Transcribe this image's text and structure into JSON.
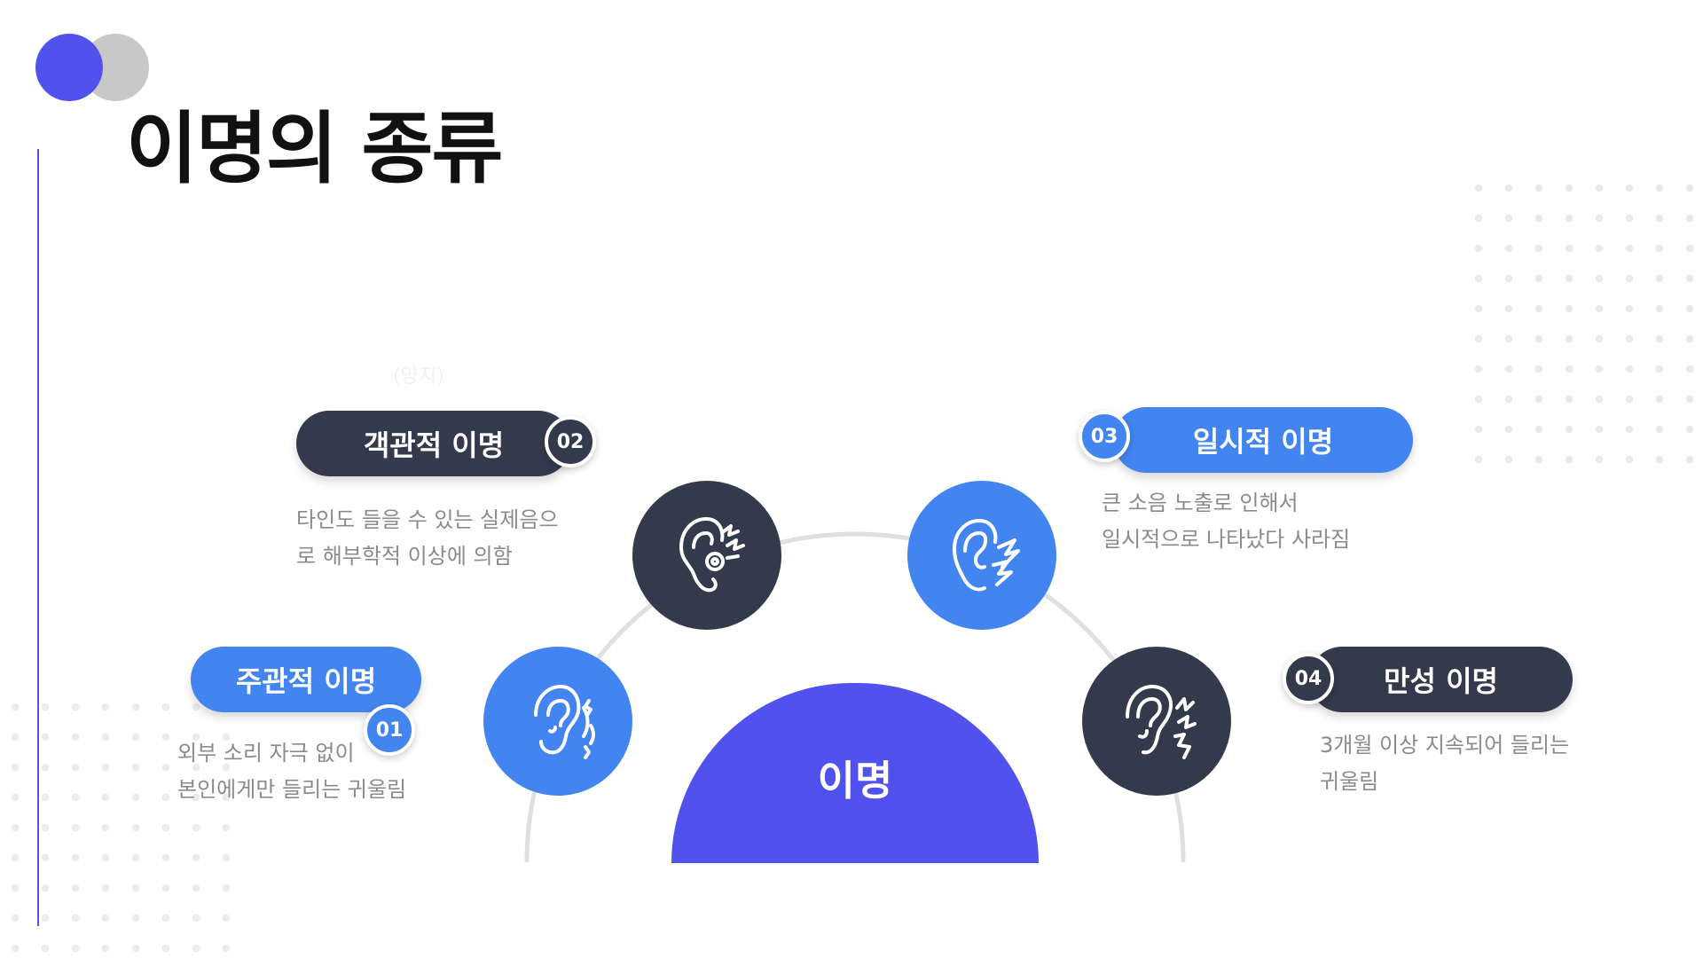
{
  "title": "이명의 종류",
  "ghost_text": "(양지)",
  "center": {
    "label": "이명"
  },
  "items": [
    {
      "num": "01",
      "label": "주관적 이명",
      "desc": "외부 소리 자극 없이\n본인에게만 들리는 귀울림",
      "color": "#4285f0",
      "icon": "ear-sound-waves-icon"
    },
    {
      "num": "02",
      "label": "객관적 이명",
      "desc": "타인도 들을 수 있는 실제음으\n로 해부학적 이상에 의함",
      "color": "#323a4c",
      "icon": "ear-noise-icon"
    },
    {
      "num": "03",
      "label": "일시적 이명",
      "desc": "큰 소음 노출로 인해서\n일시적으로 나타났다 사라짐",
      "color": "#4285f0",
      "icon": "ear-lightning-icon"
    },
    {
      "num": "04",
      "label": "만성 이명",
      "desc": "3개월 이상 지속되어 들리는\n귀울림",
      "color": "#323a4c",
      "icon": "ear-zigzag-icon"
    }
  ],
  "colors": {
    "accent": "#5152ee",
    "blue": "#4285f0",
    "dark": "#323a4c",
    "arc": "#e0e0e0",
    "text_gray": "#8b8b8b"
  }
}
